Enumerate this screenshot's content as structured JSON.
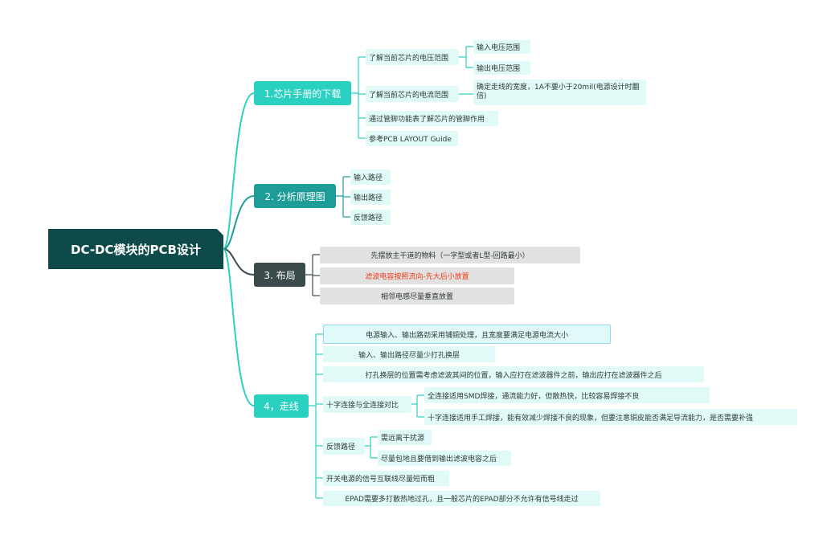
{
  "root": {
    "label": "DC-DC模块的PCB设计"
  },
  "branch1": {
    "label": "1.芯片手册的下载",
    "voltage": {
      "label": "了解当前芯片的电压范围",
      "input": "输入电压范围",
      "output": "输出电压范围"
    },
    "current": {
      "label": "了解当前芯片的电流范围",
      "note": "确定走线的宽度，1A不要小于20mil(电源设计时翻倍)"
    },
    "pins": "通过管脚功能表了解芯片的管脚作用",
    "guide": "参考PCB LAYOUT Guide"
  },
  "branch2": {
    "label": "2. 分析原理图",
    "input_path": "输入路径",
    "output_path": "输出路径",
    "feedback_path": "反馈路径"
  },
  "branch3": {
    "label": "3. 布局",
    "item1": "先摆放主干道的物料（一字型或者L型-回路最小）",
    "item2": "滤波电容按照流向-先大后小放置",
    "item3": "相邻电感尽量垂直放置"
  },
  "branch4": {
    "label": "4，走线",
    "copper": "电源输入、输出路劲采用铺铜处理，且宽度要满足电源电流大小",
    "vias": "输入、输出路径尽量少打孔换层",
    "via_position": "打孔换层的位置需考虑滤波其间的位置，输入应打在滤波器件之前，输出应打在滤波器件之后",
    "cross": {
      "label": "十字连接与全连接对比",
      "full": "全连接适用SMD焊接，通流能力好，但散热快，比较容易焊接不良",
      "cross": "十字连接适用手工焊接，能有效减少焊接不良的现象，但要注意铜皮能否满足导流能力，是否需要补强"
    },
    "feedback": {
      "label": "反馈路径",
      "far": "需远离干扰源",
      "ground": "尽量包地且要借到输出滤波电容之后"
    },
    "switch_signal": "开关电源的信号互联线尽量短而粗",
    "epad": "EPAD需要多打散热地过孔，且一般芯片的EPAD部分不允许有信号线走过"
  },
  "colors": {
    "root": "#0f4a4b",
    "teal": "#2ad0c0",
    "dark_teal": "#1e9c98",
    "grey": "#3b4b4c",
    "leaf_bg": "#e0faf7",
    "red_text": "#f03a17"
  }
}
